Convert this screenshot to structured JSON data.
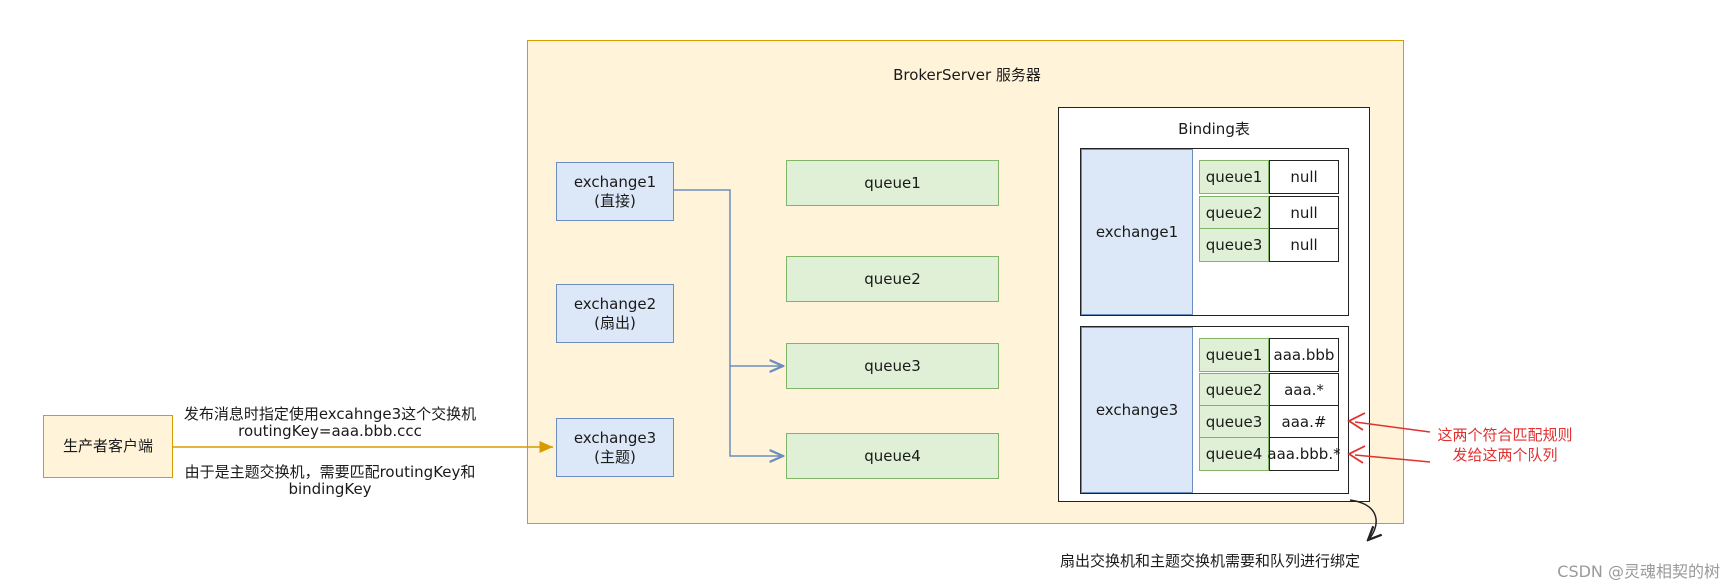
{
  "broker": {
    "title": "BrokerServer 服务器"
  },
  "producer": {
    "label": "生产者客户端"
  },
  "publish_note": {
    "line1": "发布消息时指定使用excahnge3这个交换机",
    "line2": "routingKey=aaa.bbb.ccc"
  },
  "topic_note": {
    "line1": "由于是主题交换机，需要匹配routingKey和",
    "line2": "bindingKey"
  },
  "exchanges": [
    {
      "label": "exchange1\n(直接)"
    },
    {
      "label": "exchange2\n(扇出)"
    },
    {
      "label": "exchange3\n(主题)"
    }
  ],
  "queues": [
    {
      "label": "queue1"
    },
    {
      "label": "queue2"
    },
    {
      "label": "queue3"
    },
    {
      "label": "queue4"
    }
  ],
  "binding_table": {
    "title": "Binding表",
    "groups": [
      {
        "exchange": "exchange1",
        "rows": [
          {
            "queue": "queue1",
            "key": "null"
          },
          {
            "queue": "queue2",
            "key": "null"
          },
          {
            "queue": "queue3",
            "key": "null"
          }
        ]
      },
      {
        "exchange": "exchange3",
        "rows": [
          {
            "queue": "queue1",
            "key": "aaa.bbb"
          },
          {
            "queue": "queue2",
            "key": "aaa.*"
          },
          {
            "queue": "queue3",
            "key": "aaa.#"
          },
          {
            "queue": "queue4",
            "key": "aaa.bbb.*"
          }
        ]
      }
    ]
  },
  "match_note": {
    "line1": "这两个符合匹配规则",
    "line2": "发给这两个队列"
  },
  "bind_note": "扇出交换机和主题交换机需要和队列进行绑定",
  "watermark": "CSDN @灵魂相契的树",
  "colors": {
    "blue": "#6c8ebf",
    "green": "#82b366",
    "orange": "#d79b00",
    "red": "#e03030"
  }
}
